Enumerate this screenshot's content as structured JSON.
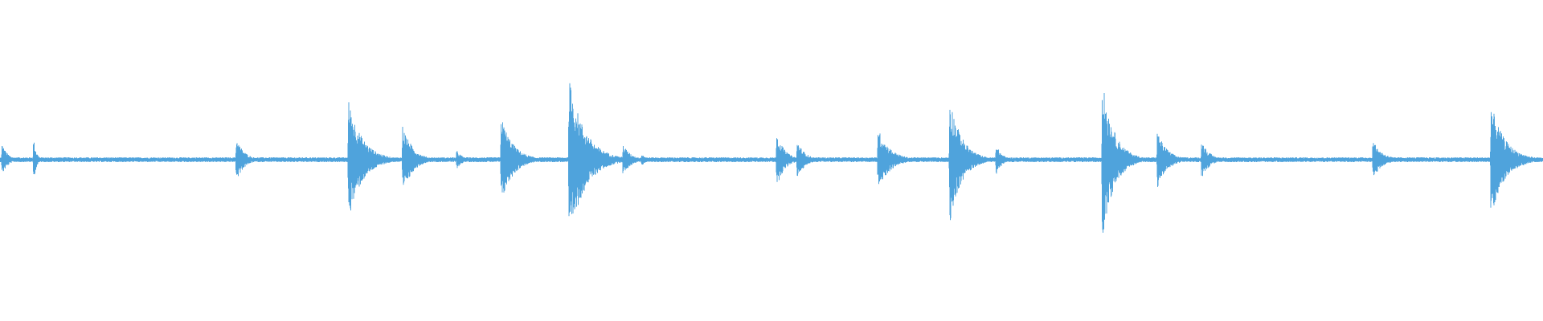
{
  "waveform": {
    "color": "#4fa3dc",
    "background": "#ffffff",
    "duration_units": 1568,
    "transients": [
      {
        "t": 2,
        "amp": 0.1,
        "decay": 6
      },
      {
        "t": 34,
        "amp": 0.14,
        "decay": 3
      },
      {
        "t": 240,
        "amp": 0.14,
        "decay": 8
      },
      {
        "t": 354,
        "amp": 0.38,
        "decay": 14
      },
      {
        "t": 409,
        "amp": 0.22,
        "decay": 10
      },
      {
        "t": 416,
        "amp": 0.12,
        "decay": 8
      },
      {
        "t": 464,
        "amp": 0.06,
        "decay": 6
      },
      {
        "t": 509,
        "amp": 0.28,
        "decay": 12
      },
      {
        "t": 578,
        "amp": 0.52,
        "decay": 16
      },
      {
        "t": 633,
        "amp": 0.1,
        "decay": 8
      },
      {
        "t": 652,
        "amp": 0.04,
        "decay": 5
      },
      {
        "t": 789,
        "amp": 0.18,
        "decay": 8
      },
      {
        "t": 810,
        "amp": 0.12,
        "decay": 8
      },
      {
        "t": 892,
        "amp": 0.2,
        "decay": 12
      },
      {
        "t": 965,
        "amp": 0.4,
        "decay": 12
      },
      {
        "t": 1012,
        "amp": 0.1,
        "decay": 6
      },
      {
        "t": 1120,
        "amp": 0.5,
        "decay": 12
      },
      {
        "t": 1176,
        "amp": 0.18,
        "decay": 10
      },
      {
        "t": 1221,
        "amp": 0.12,
        "decay": 8
      },
      {
        "t": 1395,
        "amp": 0.12,
        "decay": 10
      },
      {
        "t": 1515,
        "amp": 0.36,
        "decay": 14
      }
    ],
    "noise_floor": 0.015
  }
}
